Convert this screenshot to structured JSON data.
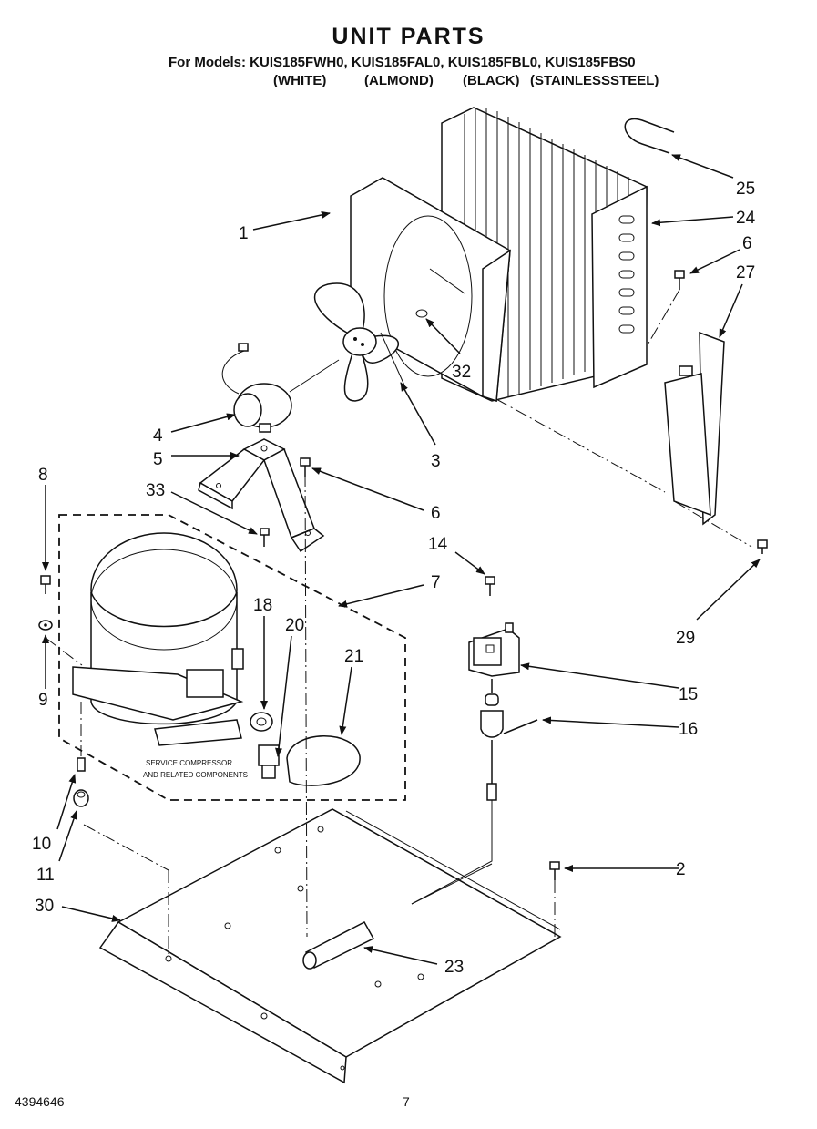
{
  "header": {
    "title": "UNIT PARTS",
    "models": "For Models: KUIS185FWH0, KUIS185FAL0, KUIS185FBL0, KUIS185FBS0",
    "finishes": [
      "(WHITE)",
      "(ALMOND)",
      "(BLACK)",
      "(STAINLESSSTEEL)"
    ]
  },
  "callouts": {
    "c1": "1",
    "c2": "2",
    "c3": "3",
    "c4": "4",
    "c5": "5",
    "c6a": "6",
    "c6b": "6",
    "c7": "7",
    "c8": "8",
    "c9": "9",
    "c10": "10",
    "c11": "11",
    "c14": "14",
    "c15": "15",
    "c16": "16",
    "c18": "18",
    "c20": "20",
    "c21": "21",
    "c23": "23",
    "c24": "24",
    "c25": "25",
    "c27": "27",
    "c29": "29",
    "c30": "30",
    "c32": "32",
    "c33": "33"
  },
  "note": {
    "line1": "SERVICE COMPRESSOR",
    "line2": "AND RELATED COMPONENTS"
  },
  "footer": {
    "part_number": "4394646",
    "page_number": "7"
  }
}
